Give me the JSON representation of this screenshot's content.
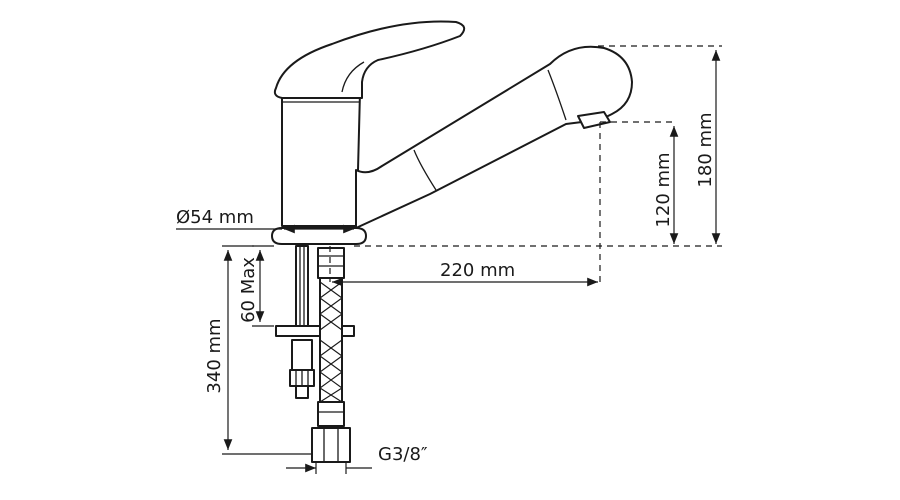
{
  "dimensions": {
    "diameter_label": "Ø54 mm",
    "reach_label": "220 mm",
    "spout_height_label": "120 mm",
    "total_height_label": "180 mm",
    "max_thickness_label": "60 Max",
    "hose_length_label": "340 mm",
    "thread_label": "G3/8″"
  },
  "colors": {
    "line": "#1a1a1a",
    "background": "#ffffff"
  }
}
